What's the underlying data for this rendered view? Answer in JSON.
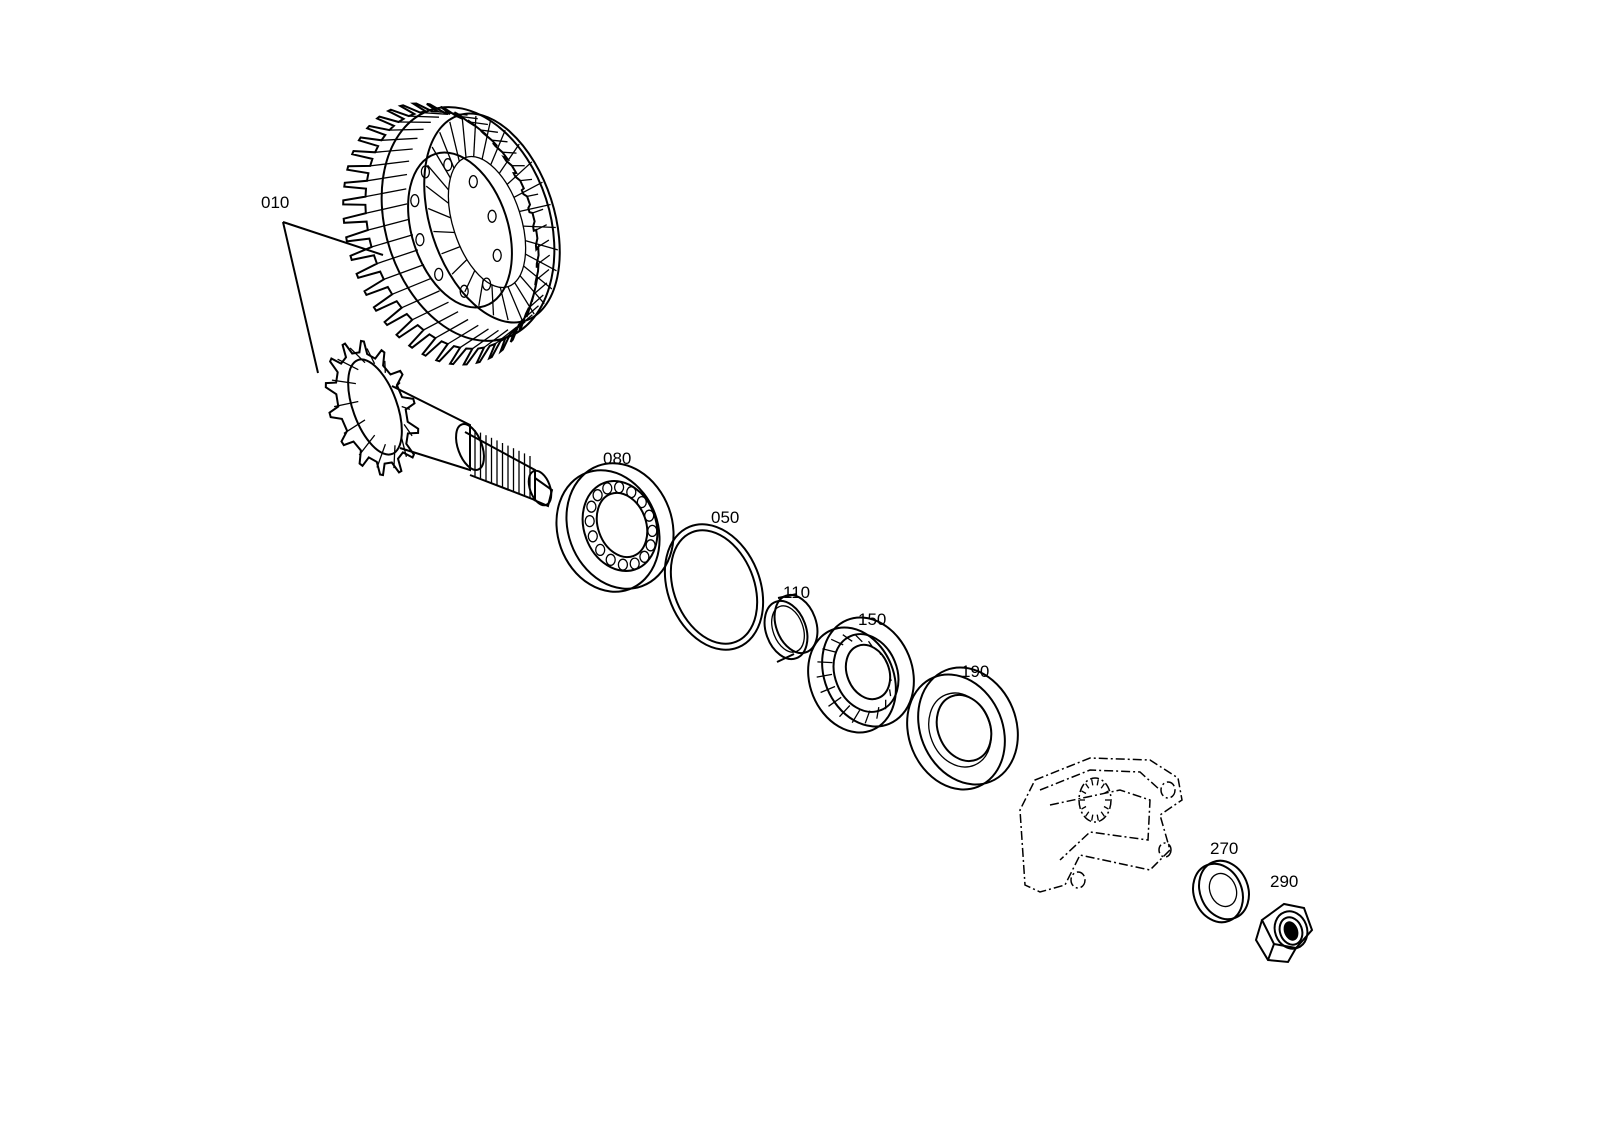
{
  "parts": [
    {
      "id": "010",
      "name": "ring-and-pinion-gear-set"
    },
    {
      "id": "080",
      "name": "cylindrical-roller-bearing"
    },
    {
      "id": "050",
      "name": "shim-ring"
    },
    {
      "id": "110",
      "name": "spacer-sleeve"
    },
    {
      "id": "150",
      "name": "tapered-roller-bearing"
    },
    {
      "id": "190",
      "name": "shaft-seal"
    },
    {
      "id": "270",
      "name": "washer"
    },
    {
      "id": "290",
      "name": "hex-nut"
    }
  ],
  "labels": {
    "p010": "010",
    "p080": "080",
    "p050": "050",
    "p110": "110",
    "p150": "150",
    "p190": "190",
    "p270": "270",
    "p290": "290"
  },
  "colors": {
    "line": "#000000",
    "background": "#ffffff"
  }
}
